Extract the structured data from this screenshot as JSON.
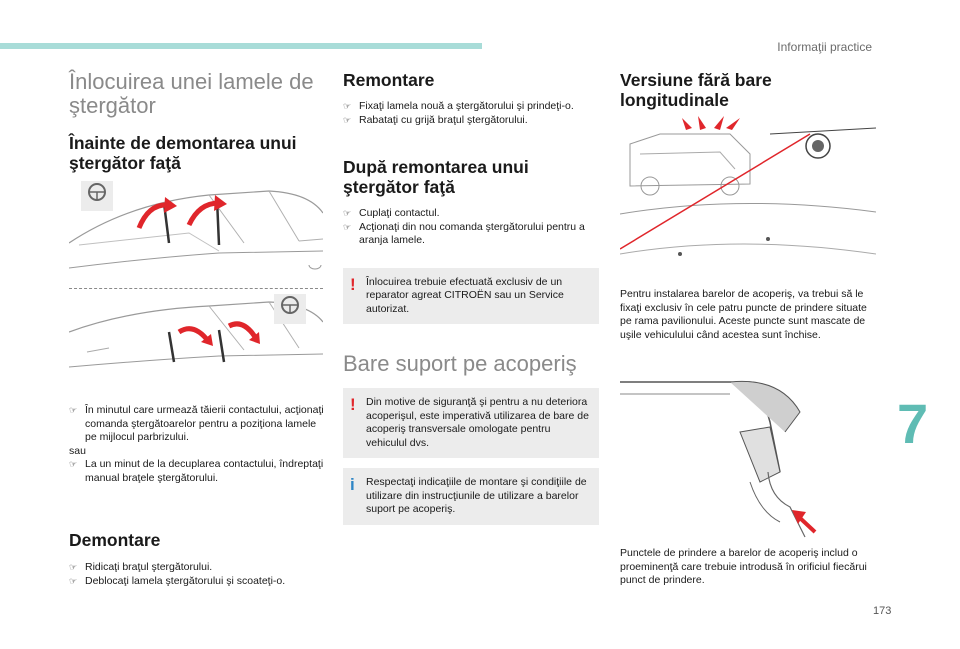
{
  "header": {
    "section": "Informaţii practice",
    "chapter": "7",
    "page": "173"
  },
  "col1": {
    "title": "Înlocuirea unei lamele de ştergător",
    "before_heading": "Înainte de demontarea unui ştergător faţă",
    "items": [
      "În minutul care urmează tăierii contactului, acţionaţi comanda ştergătoarelor pentru a poziţiona lamele pe mijlocul parbrizului.",
      "La un minut de la decuplarea contactului, îndreptaţi manual braţele ştergătorului."
    ],
    "or_text": "sau",
    "removal_heading": "Demontare",
    "removal_items": [
      "Ridicaţi braţul ştergătorului.",
      "Deblocaţi lamela ştergătorului şi scoateţi-o."
    ]
  },
  "col2": {
    "refit_heading": "Remontare",
    "refit_items": [
      "Fixaţi lamela nouă a ştergătorului şi prindeţi-o.",
      "Rabataţi cu grijă braţul ştergătorului."
    ],
    "after_heading": "După remontarea unui ştergător faţă",
    "after_items": [
      "Cuplaţi contactul.",
      "Acţionaţi din nou comanda ştergătorului pentru a aranja lamele."
    ],
    "warning1": "Înlocuirea trebuie efectuată exclusiv de un reparator agreat CITROËN sau un Service autorizat.",
    "roof_heading": "Bare suport pe acoperiş",
    "warning2": "Din motive de siguranţă şi pentru a nu deteriora acoperişul, este imperativă utilizarea de bare de acoperiş transversale omologate pentru vehiculul dvs.",
    "info": "Respectaţi indicaţiile de montare şi condiţiile de utilizare din instrucţiunile de utilizare a barelor suport pe acoperiş."
  },
  "col3": {
    "heading": "Versiune fără bare longitudinale",
    "para1": "Pentru instalarea barelor de acoperiş, va trebui să le fixaţi exclusiv în cele patru puncte de prindere situate pe rama pavilionului. Aceste puncte sunt mascate de uşile vehiculului când acestea sunt închise.",
    "para2": "Punctele de prindere a barelor de acoperiş includ o proeminenţă care trebuie introdusă în orificiul fiecărui punct de prindere."
  },
  "icons": {
    "bullet": "pointing-finger-icon",
    "warning": "exclamation-icon",
    "info": "info-icon"
  },
  "colors": {
    "accent": "#5fbcb4",
    "topbar": "#a8dcd8",
    "warning": "#e0262b",
    "info": "#2f86c6",
    "note_bg": "#ececec",
    "arrow": "#e0262b"
  }
}
